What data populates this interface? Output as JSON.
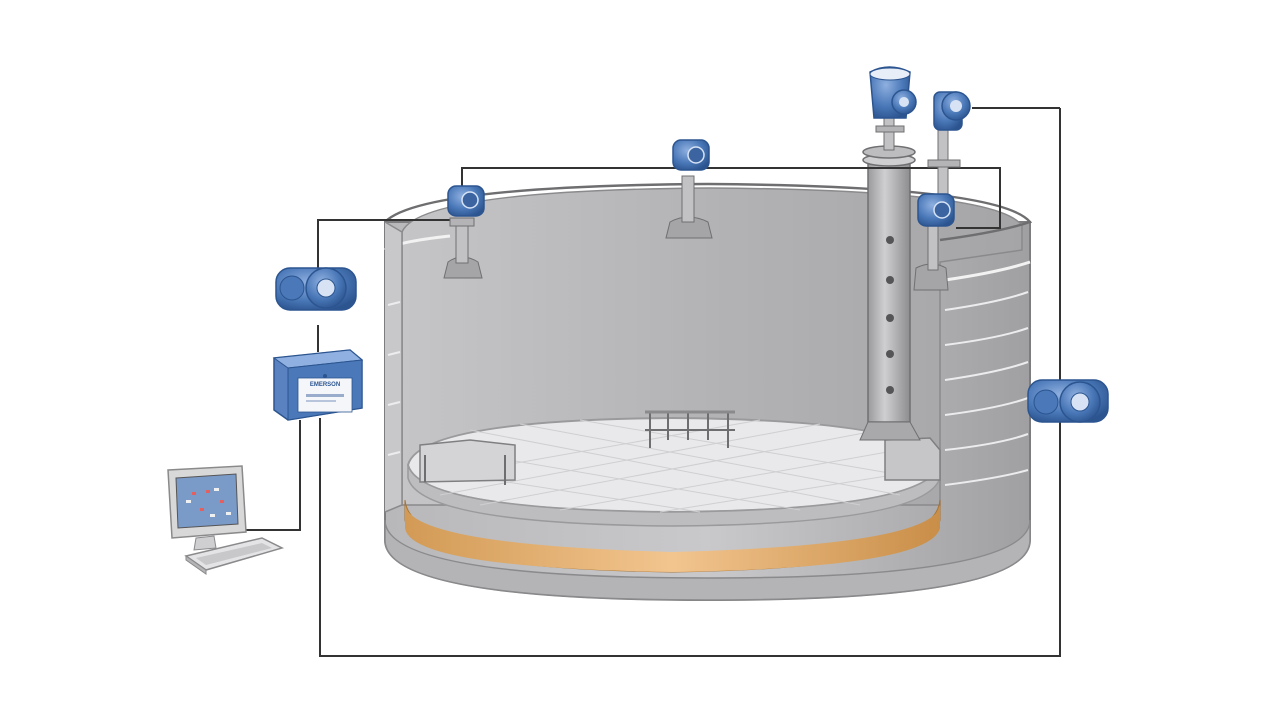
{
  "diagram": {
    "hub": {
      "brand": "EMERSON",
      "icon": "emerson-logo-icon"
    },
    "colors": {
      "wire": "#333333",
      "tank_wall": "#a9a9ab",
      "tank_inner": "#b8b8ba",
      "floating_roof": "#e9e9eb",
      "product": "#e8b070",
      "transmitter_blue": "#4a78b8",
      "transmitter_dark": "#2c5590",
      "tank_hub_blue": "#5a82c0",
      "monitor_frame": "#d8d8d8"
    },
    "components": [
      {
        "name": "radar-level-gauge",
        "icon": "radar-gauge-icon"
      },
      {
        "name": "wireless-transmitter",
        "icon": "wireless-transmitter-icon"
      },
      {
        "name": "tank-hub",
        "icon": "tank-hub-icon"
      },
      {
        "name": "operator-workstation",
        "icon": "computer-icon"
      },
      {
        "name": "still-pipe",
        "icon": "still-pipe-icon"
      }
    ]
  }
}
